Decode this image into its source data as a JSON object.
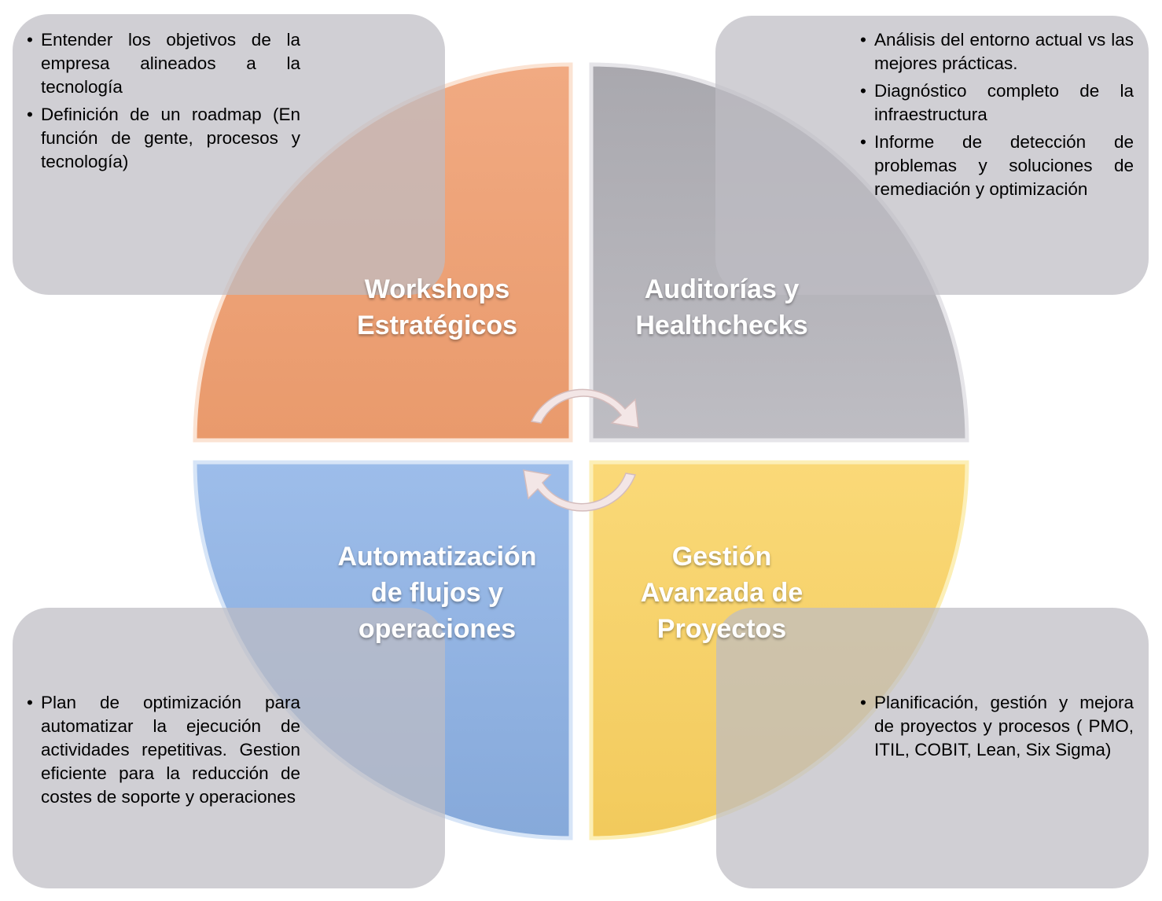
{
  "quadrants": [
    {
      "id": "workshops",
      "title_lines": [
        "Workshops",
        "Estratégicos"
      ],
      "color": "#EFA37A"
    },
    {
      "id": "auditorias",
      "title_lines": [
        "Auditorías y",
        "Healthchecks"
      ],
      "color": "#B6B5BB"
    },
    {
      "id": "automatizacion",
      "title_lines": [
        "Automatización",
        "de flujos y",
        "operaciones"
      ],
      "color": "#8FB2E2"
    },
    {
      "id": "gestion",
      "title_lines": [
        "Gestión",
        "Avanzada de",
        "Proyectos"
      ],
      "color": "#F7D46C"
    }
  ],
  "notes": {
    "top_left": [
      "Entender los objetivos de la empresa alineados a la tecnología",
      "Definición de un roadmap (En función de gente, procesos y tecnología)"
    ],
    "top_right": [
      "Análisis del entorno actual vs las mejores prácticas.",
      "Diagnóstico completo de la infraestructura",
      "Informe de detección de problemas y soluciones de remediación y optimización"
    ],
    "bottom_left": [
      "Plan de optimización para automatizar la ejecución de actividades repetitivas. Gestion eficiente para la reducción de costes de soporte y operaciones"
    ],
    "bottom_right": [
      "Planificación, gestión y mejora de proyectos y procesos ( PMO, ITIL, COBIT, Lean, Six Sigma)"
    ]
  },
  "colors": {
    "note_background": "#BEBDC4",
    "arrow_fill": "#F3E6E6"
  },
  "icons": [
    "cycle-arrow-icon"
  ]
}
